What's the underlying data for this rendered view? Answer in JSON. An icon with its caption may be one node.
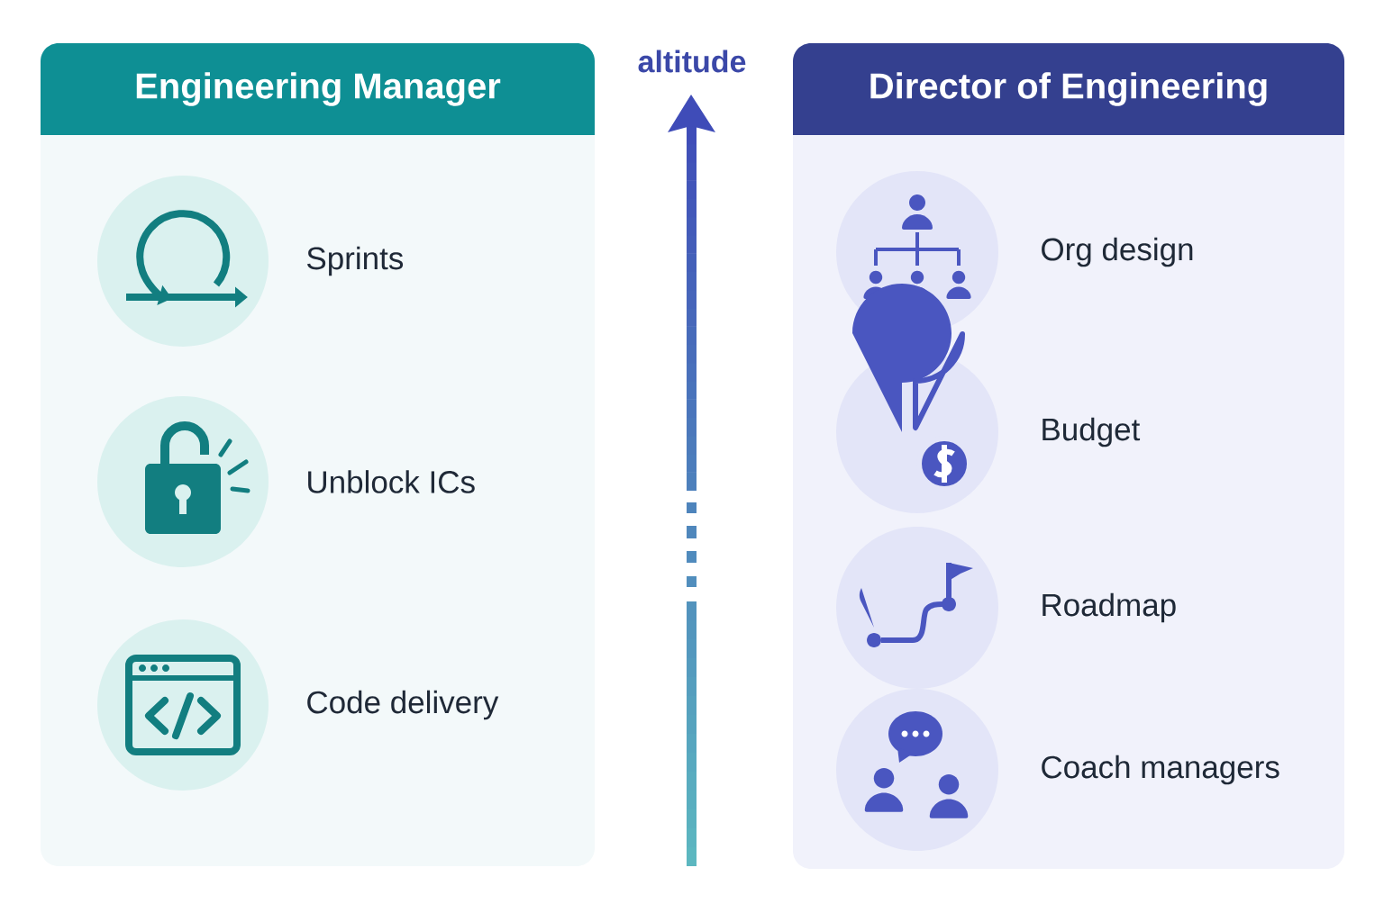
{
  "diagram": {
    "nodes": [
      {
        "text": [
          "Engineering Manager"
        ]
      },
      {
        "text": [
          "Sprints"
        ],
        "in": 0
      },
      {
        "text": [
          "Unblock ICs"
        ],
        "in": 0
      },
      {
        "text": [
          "Code delivery"
        ],
        "in": 0
      },
      {
        "text": [
          "Director of Engineering"
        ]
      },
      {
        "text": [
          "Org design"
        ],
        "in": 4
      },
      {
        "text": [
          "Budget"
        ],
        "in": 4
      },
      {
        "text": [
          "Roadmap"
        ],
        "in": 4
      },
      {
        "text": [
          "Coach managers"
        ],
        "in": 4
      }
    ],
    "labels": [
      "altitude"
    ]
  }
}
